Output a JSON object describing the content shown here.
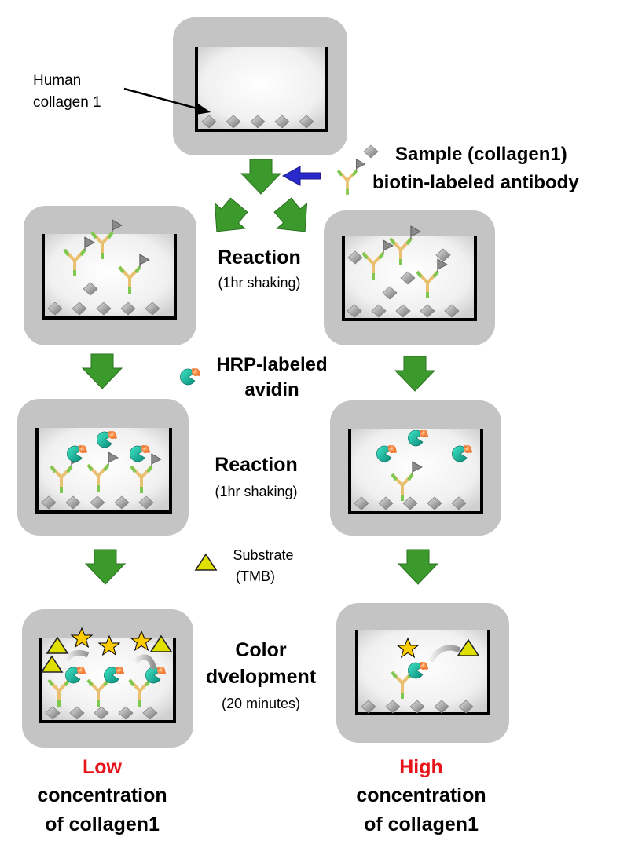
{
  "labels": {
    "human_collagen": [
      "Human",
      "collagen 1"
    ],
    "sample": "Sample (collagen1)",
    "biotin_antibody": "biotin-labeled antibody",
    "reaction1": "Reaction",
    "reaction1_sub": "(1hr shaking)",
    "hrp": [
      "HRP-labeled",
      "avidin"
    ],
    "reaction2": "Reaction",
    "reaction2_sub": "(1hr shaking)",
    "substrate": [
      "Substrate",
      "(TMB)"
    ],
    "color": [
      "Color",
      "dvelopment"
    ],
    "color_sub": "(20 minutes)",
    "low": [
      "Low",
      "concentration",
      "of collagen1"
    ],
    "high": [
      "High",
      "concentration",
      "of collagen1"
    ]
  },
  "colors": {
    "panel": "#c4c4c4",
    "arrow_green": "#3c9a2c",
    "arrow_blue": "#2a2acc",
    "collagen": "#9a9a9a",
    "antibody_tan": "#e8c070",
    "antibody_green": "#7ec850",
    "avidin_teal": "#18c8a8",
    "hrp_orange": "#f07020",
    "substrate_yellow": "#e0e000",
    "star_yellow": "#ffcc00",
    "highlight_red": "#e8141c"
  }
}
